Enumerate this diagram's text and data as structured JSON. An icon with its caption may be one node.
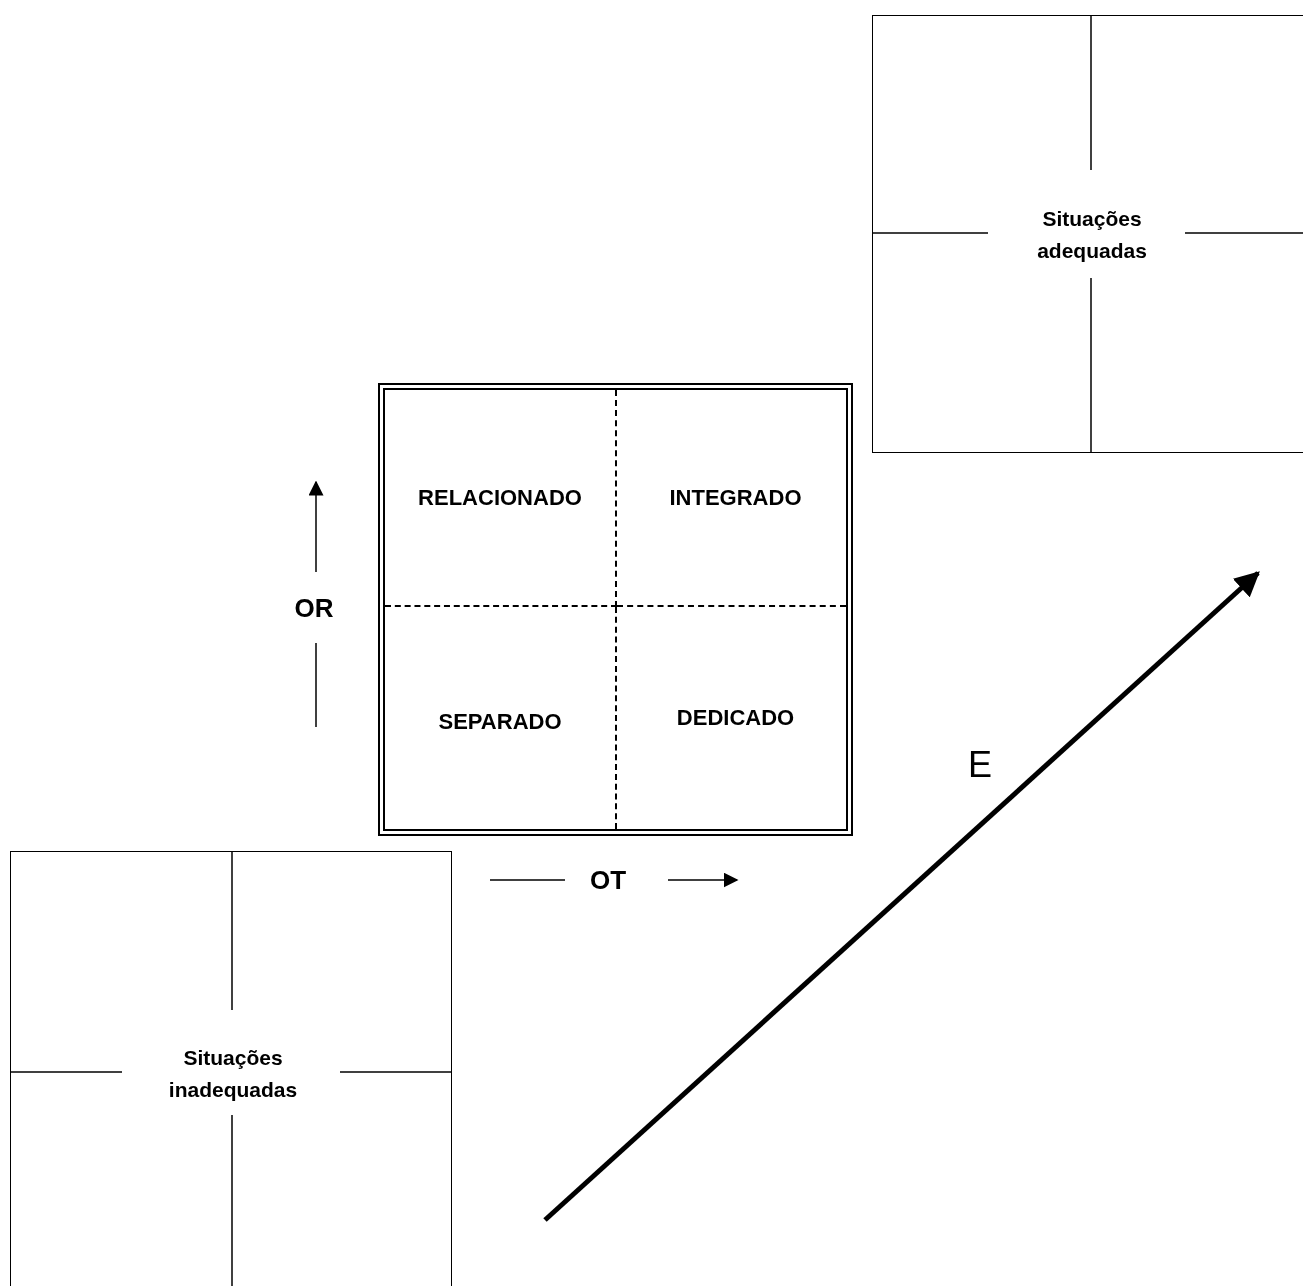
{
  "diagram": {
    "nodes": [
      {
        "text": [
          "Situações adequadas"
        ]
      },
      {
        "text": [],
        "shape": "box"
      },
      {
        "text": [
          "RELACIONADO"
        ],
        "in": 1
      },
      {
        "text": [
          "INTEGRADO"
        ],
        "in": 1
      },
      {
        "text": [
          "SEPARADO"
        ],
        "in": 1
      },
      {
        "text": [
          "DEDICADO"
        ],
        "in": 1
      },
      {
        "text": [
          "Situações inadequadas"
        ]
      }
    ],
    "labels": [
      "OR",
      "OT",
      "E"
    ]
  }
}
